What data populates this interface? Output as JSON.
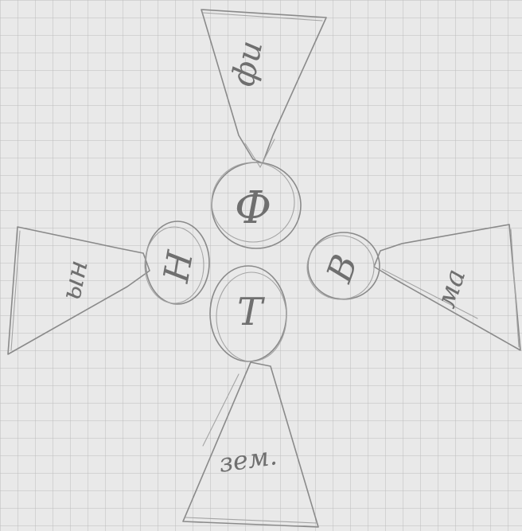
{
  "diagram": {
    "center_label": "Ф",
    "left_label": "Н",
    "right_label": "В",
    "bottom_label": "Т",
    "top_word": "фи",
    "left_word": "ын",
    "right_word": "ма",
    "bottom_word": "зем.",
    "colors": {
      "paper": "#e9e9e9",
      "grid": "#bdbdbd",
      "pencil": "#8a8a8a"
    }
  }
}
